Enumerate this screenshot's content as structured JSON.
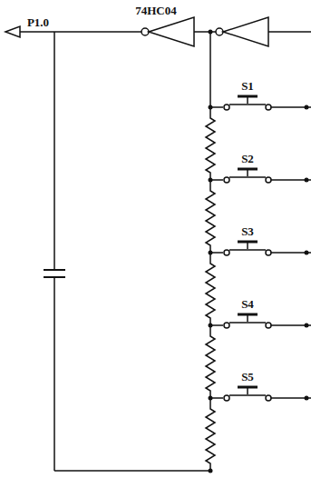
{
  "diagram": {
    "labels": [
      "P1.0",
      "74HC04",
      "S1",
      "S2",
      "S3",
      "S4",
      "S5"
    ]
  }
}
